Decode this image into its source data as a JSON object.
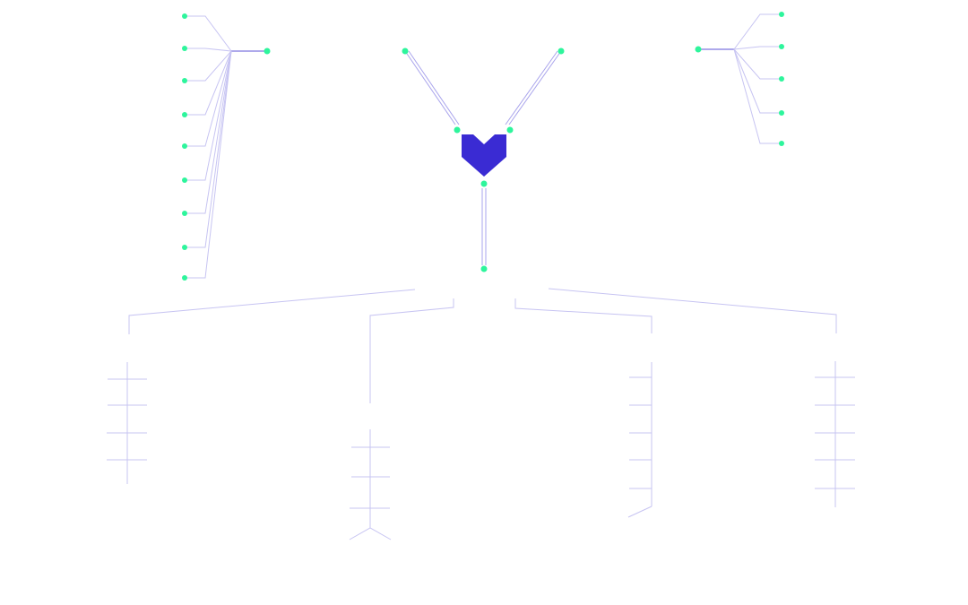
{
  "diagram": {
    "central_logo": "heart-shaped-brand-logo",
    "colors": {
      "logo": "#3a2bd3",
      "node": "#2ef59c",
      "edge": "#a9a4ec",
      "edge_faint": "#c7c4f2",
      "background": "#ffffff"
    },
    "clusters": {
      "top_left_fan": {
        "leaf_count": 9
      },
      "top_right_fan": {
        "leaf_count": 5
      },
      "bottom_branches": {
        "count": 4
      }
    }
  }
}
